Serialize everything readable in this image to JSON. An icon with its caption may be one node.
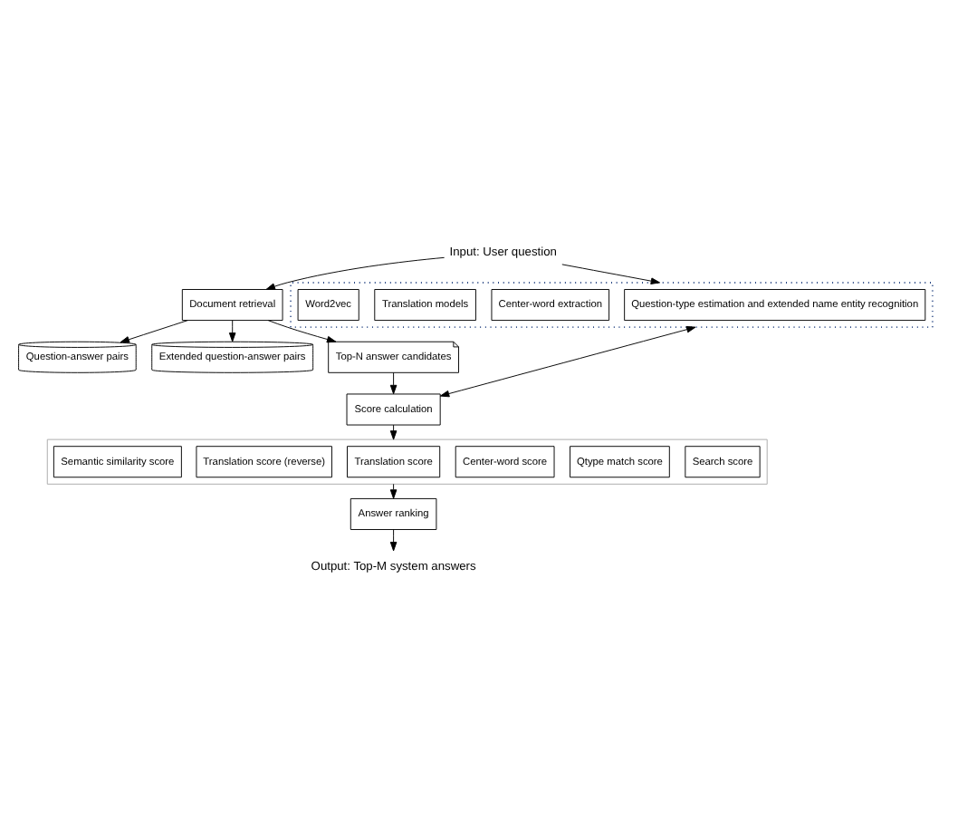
{
  "diagram": {
    "nodes": [
      {
        "text": [
          "Input: User question"
        ]
      },
      {
        "text": [
          "Document retrieval"
        ]
      },
      {
        "text": [
          "Question-answer pairs"
        ]
      },
      {
        "text": [
          "Extended question-answer pairs"
        ]
      },
      {
        "text": [
          "Top-N answer candidates"
        ]
      },
      {
        "text": [],
        "shape": "box"
      },
      {
        "text": [
          "Question-type estimation and extended name entity recognition"
        ],
        "in": 5
      },
      {
        "text": [
          "Center-word extraction"
        ],
        "in": 5
      },
      {
        "text": [
          "Translation models"
        ],
        "in": 5
      },
      {
        "text": [
          "Word2vec"
        ],
        "in": 5
      },
      {
        "text": [
          "Score calculation"
        ]
      },
      {
        "text": [],
        "shape": "box"
      },
      {
        "text": [
          "Search score"
        ],
        "in": 11
      },
      {
        "text": [
          "Qtype match score"
        ],
        "in": 11
      },
      {
        "text": [
          "Center-word score"
        ],
        "in": 11
      },
      {
        "text": [
          "Translation score"
        ],
        "in": 11
      },
      {
        "text": [
          "Translation score (reverse)"
        ],
        "in": 11
      },
      {
        "text": [
          "Semantic similarity score"
        ],
        "in": 11
      },
      {
        "text": [
          "Answer ranking"
        ]
      },
      {
        "text": [
          "Output: Top-M system answers"
        ]
      }
    ],
    "edges": [
      {
        "from": 0,
        "to": 1,
        "arrow": "to"
      },
      {
        "from": 0,
        "to": 5,
        "arrow": "to"
      },
      {
        "from": 1,
        "to": 2,
        "arrow": "to"
      },
      {
        "from": 1,
        "to": 3,
        "arrow": "to"
      },
      {
        "from": 1,
        "to": 4,
        "arrow": "to"
      },
      {
        "from": 4,
        "to": 10,
        "arrow": "to"
      },
      {
        "from": 5,
        "to": 10,
        "arrow": "both"
      },
      {
        "from": 10,
        "to": 11,
        "arrow": "to"
      },
      {
        "from": 11,
        "to": 18,
        "arrow": "to"
      },
      {
        "from": 18,
        "to": 19,
        "arrow": "to"
      }
    ]
  }
}
